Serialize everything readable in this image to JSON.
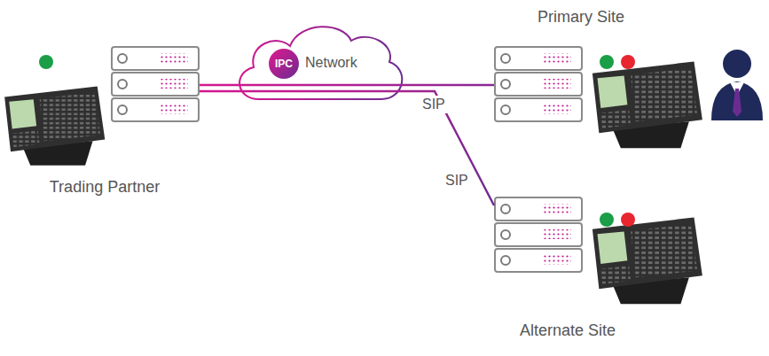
{
  "diagram": {
    "nodes": [
      {
        "text": [
          "Trading Partner"
        ]
      },
      {
        "text": [
          "IPC",
          "Network"
        ]
      },
      {
        "text": [
          "Primary Site"
        ]
      },
      {
        "text": [
          "Alternate Site"
        ]
      }
    ],
    "edges": [
      {
        "from": 0,
        "to": 2,
        "arrow": "none",
        "label": "SIP"
      },
      {
        "from": 0,
        "to": 3,
        "arrow": "none",
        "label": "SIP"
      }
    ]
  }
}
